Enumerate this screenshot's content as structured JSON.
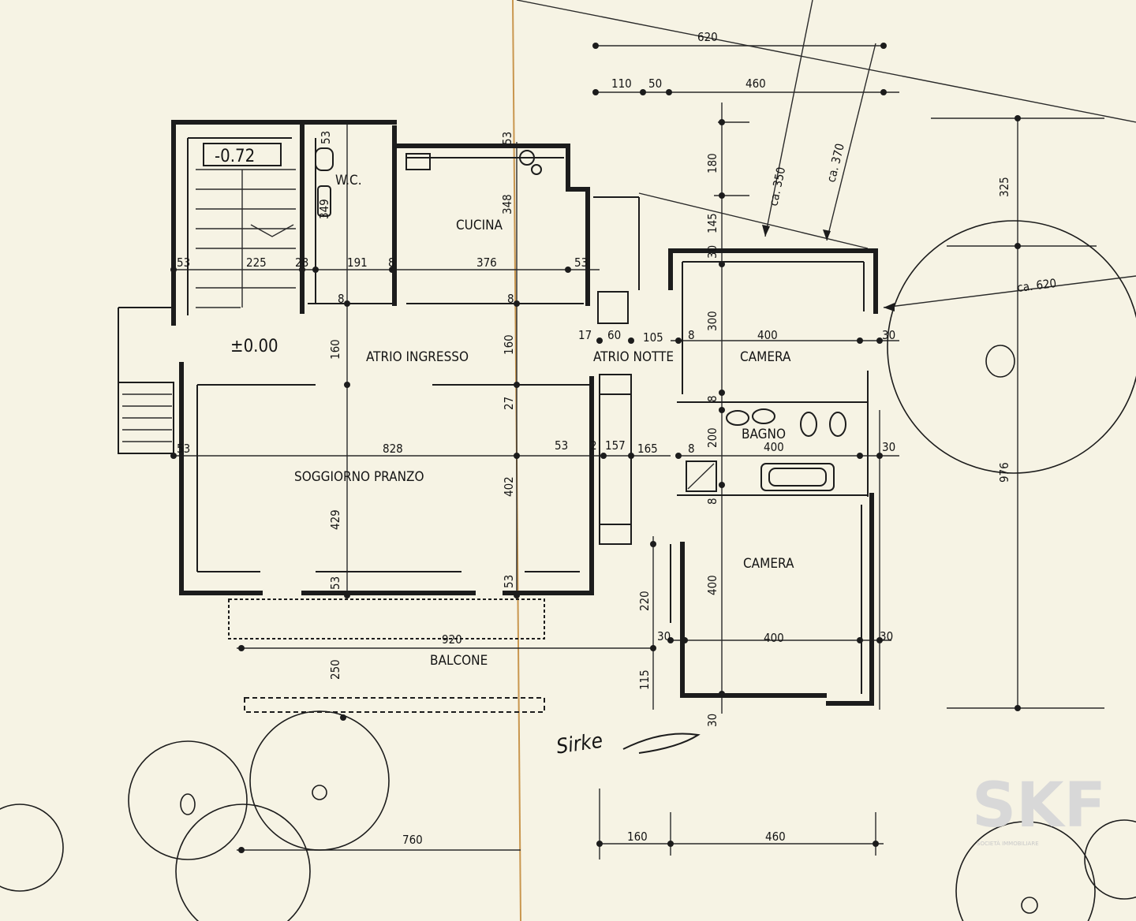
{
  "levels": {
    "upper": "-0.72",
    "ground": "±0.00"
  },
  "rooms": {
    "wc": "W.C.",
    "kitchen": "CUCINA",
    "entrance_hall": "ATRIO INGRESSO",
    "night_hall": "ATRIO NOTTE",
    "living_dining": "SOGGIORNO PRANZO",
    "bedroom_1": "CAMERA",
    "bathroom": "BAGNO",
    "bedroom_2": "CAMERA",
    "balcony": "BALCONE"
  },
  "dimensions": {
    "top_620": "620",
    "top_110": "110",
    "top_50": "50",
    "top_460": "460",
    "diag_350": "ca. 350",
    "diag_370": "ca. 370",
    "right_325": "325",
    "right_620": "ca. 620",
    "right_976": "976",
    "v_180": "180",
    "v_145": "145",
    "v_30_top": "30",
    "v_300": "300",
    "v_8a": "8",
    "v_200": "200",
    "v_8b": "8",
    "v_400": "400",
    "v_30_bottom": "30",
    "wc_53": "53",
    "wc_349": "349",
    "kitchen_53": "53",
    "kitchen_348": "348",
    "kitchen_376": "376",
    "kitchen_8": "8",
    "kitchen_53r": "53",
    "row_53": "53",
    "row_225": "225",
    "row_28": "28",
    "row_191": "191",
    "row_8": "8",
    "stair_8": "8",
    "hall_160a": "160",
    "hall_160b": "160",
    "hall_27": "27",
    "night_17": "17",
    "night_60": "60",
    "night_105": "105",
    "night_8": "8",
    "bed1_400": "400",
    "bed1_30": "30",
    "bath_400": "400",
    "bath_30": "30",
    "mid_53l": "53",
    "mid_828": "828",
    "mid_53r": "53",
    "mid_2": "2",
    "mid_157": "157",
    "mid_165": "165",
    "mid_8": "8",
    "liv_429": "429",
    "liv_402": "402",
    "liv_53a": "53",
    "liv_53b": "53",
    "bed2_220": "220",
    "bed2_30l": "30",
    "bed2_400": "400",
    "bed2_30r": "30",
    "bal_920": "920",
    "bal_250": "250",
    "bal_115": "115",
    "bot_760": "760",
    "bot_160": "160",
    "bot_460": "460"
  },
  "signature": "Sirke",
  "watermark": {
    "logo": "SKF",
    "tagline": "SOCIETÀ IMMOBILIARE"
  },
  "colors": {
    "paper": "#f6f3e4",
    "ink": "#1c1c1c",
    "fold_line": "#c9964e"
  }
}
